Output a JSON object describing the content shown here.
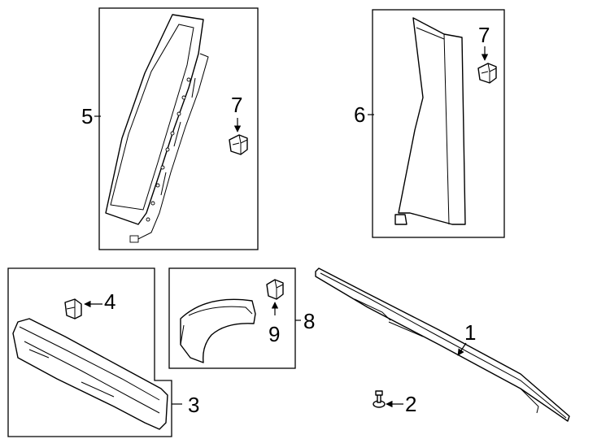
{
  "callouts": {
    "c1": "1",
    "c2": "2",
    "c3": "3",
    "c4": "4",
    "c5": "5",
    "c6": "6",
    "c7a": "7",
    "c7b": "7",
    "c8": "8",
    "c9": "9"
  }
}
